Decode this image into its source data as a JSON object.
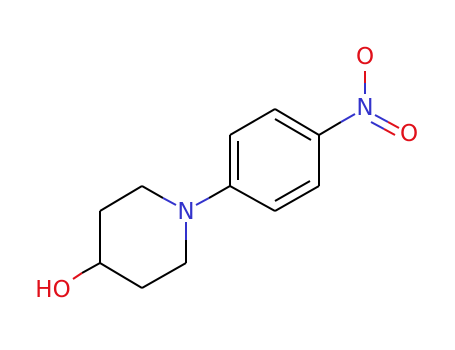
{
  "molecule": {
    "atoms": {
      "nitrogen_ring": {
        "label": "N",
        "color": "#3333cc"
      },
      "hydroxyl": {
        "label": "HO",
        "color": "#e0101a"
      },
      "nitro_n": {
        "label": "N",
        "color": "#3333cc"
      },
      "nitro_o_top": {
        "label": "O",
        "color": "#e0101a"
      },
      "nitro_o_right": {
        "label": "O",
        "color": "#e0101a"
      }
    },
    "bond_color": "#000000"
  }
}
